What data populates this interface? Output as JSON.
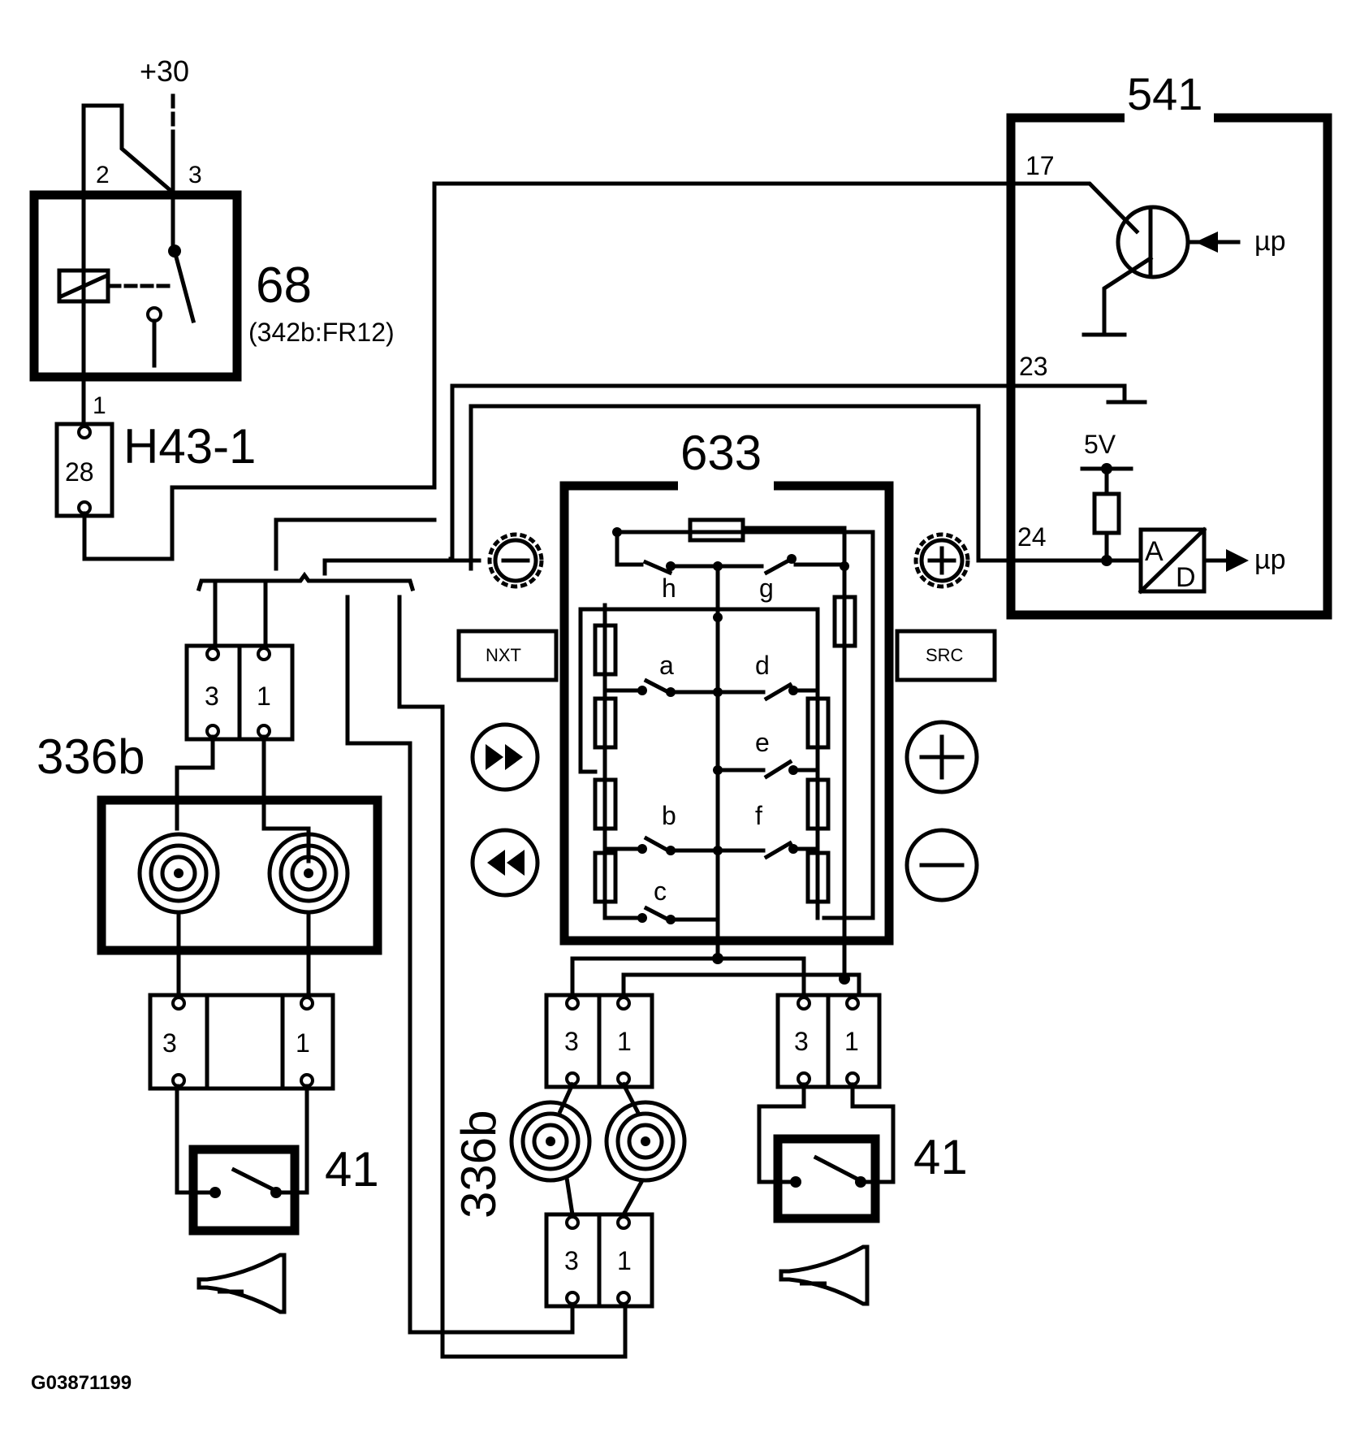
{
  "components": {
    "relay": {
      "id": "68",
      "ref": "(342b:FR12)",
      "supply": "+30",
      "pins": [
        "2",
        "3",
        "1"
      ]
    },
    "connector_h43": {
      "id": "H43-1",
      "pin": "28"
    },
    "module": {
      "id": "541",
      "pins": [
        "17",
        "23",
        "24"
      ],
      "voltage": "5V",
      "up_top": "µp",
      "up_bottom": "µp",
      "ad_a": "A",
      "ad_d": "D"
    },
    "steering_switch": {
      "id": "633",
      "switches": [
        "h",
        "g",
        "a",
        "d",
        "e",
        "b",
        "f",
        "c"
      ]
    },
    "buttons": {
      "nxt": "NXT",
      "src": "SRC"
    },
    "clockspring": {
      "left_id": "336b",
      "bottom_id": "336b"
    },
    "horn": {
      "left_id": "41",
      "right_id": "41"
    },
    "connector_pins": {
      "p3": "3",
      "p1": "1"
    }
  },
  "figure_code": "G03871199"
}
